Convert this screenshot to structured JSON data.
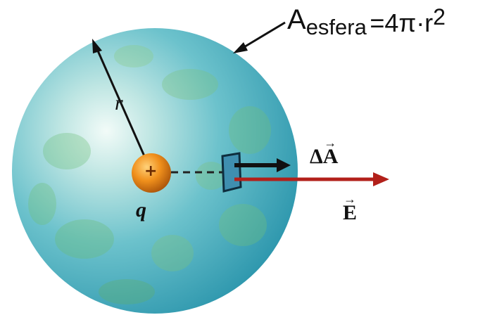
{
  "formula": {
    "A": "A",
    "subscript": "esfera",
    "rhs": "=4π·r",
    "exponent": "2"
  },
  "labels": {
    "radius": "r",
    "charge": "q",
    "plus": "+",
    "delta_a": "ΔA",
    "field": "E",
    "arrow_mark": "→"
  },
  "colors": {
    "sphere": "#4fb6c6",
    "sphere_highlight": "#eaf8f6",
    "sphere_patches": "#6fbf7a",
    "charge": "#e8871c",
    "field_arrow": "#b2201a",
    "area_patch": "#3f8fb0"
  }
}
